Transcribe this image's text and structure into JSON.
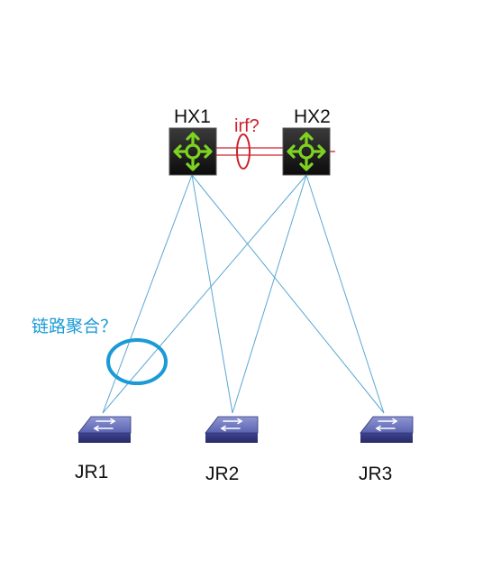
{
  "core_switches": [
    {
      "id": "HX1",
      "label": "HX1"
    },
    {
      "id": "HX2",
      "label": "HX2"
    }
  ],
  "access_switches": [
    {
      "id": "JR1",
      "label": "JR1"
    },
    {
      "id": "JR2",
      "label": "JR2"
    },
    {
      "id": "JR3",
      "label": "JR3"
    }
  ],
  "irf": {
    "label": "irf?",
    "color": "#d0202a"
  },
  "link_aggregation": {
    "label": "链路聚合？",
    "color": "#1a9ad6"
  },
  "link_color": "#5aa7d3",
  "links": [
    {
      "from": "HX1",
      "to": "JR1"
    },
    {
      "from": "HX1",
      "to": "JR2"
    },
    {
      "from": "HX1",
      "to": "JR3"
    },
    {
      "from": "HX2",
      "to": "JR1"
    },
    {
      "from": "HX2",
      "to": "JR2"
    },
    {
      "from": "HX2",
      "to": "JR3"
    }
  ],
  "icons": {
    "core_switch": "router-icon",
    "access_switch": "switch-icon"
  }
}
